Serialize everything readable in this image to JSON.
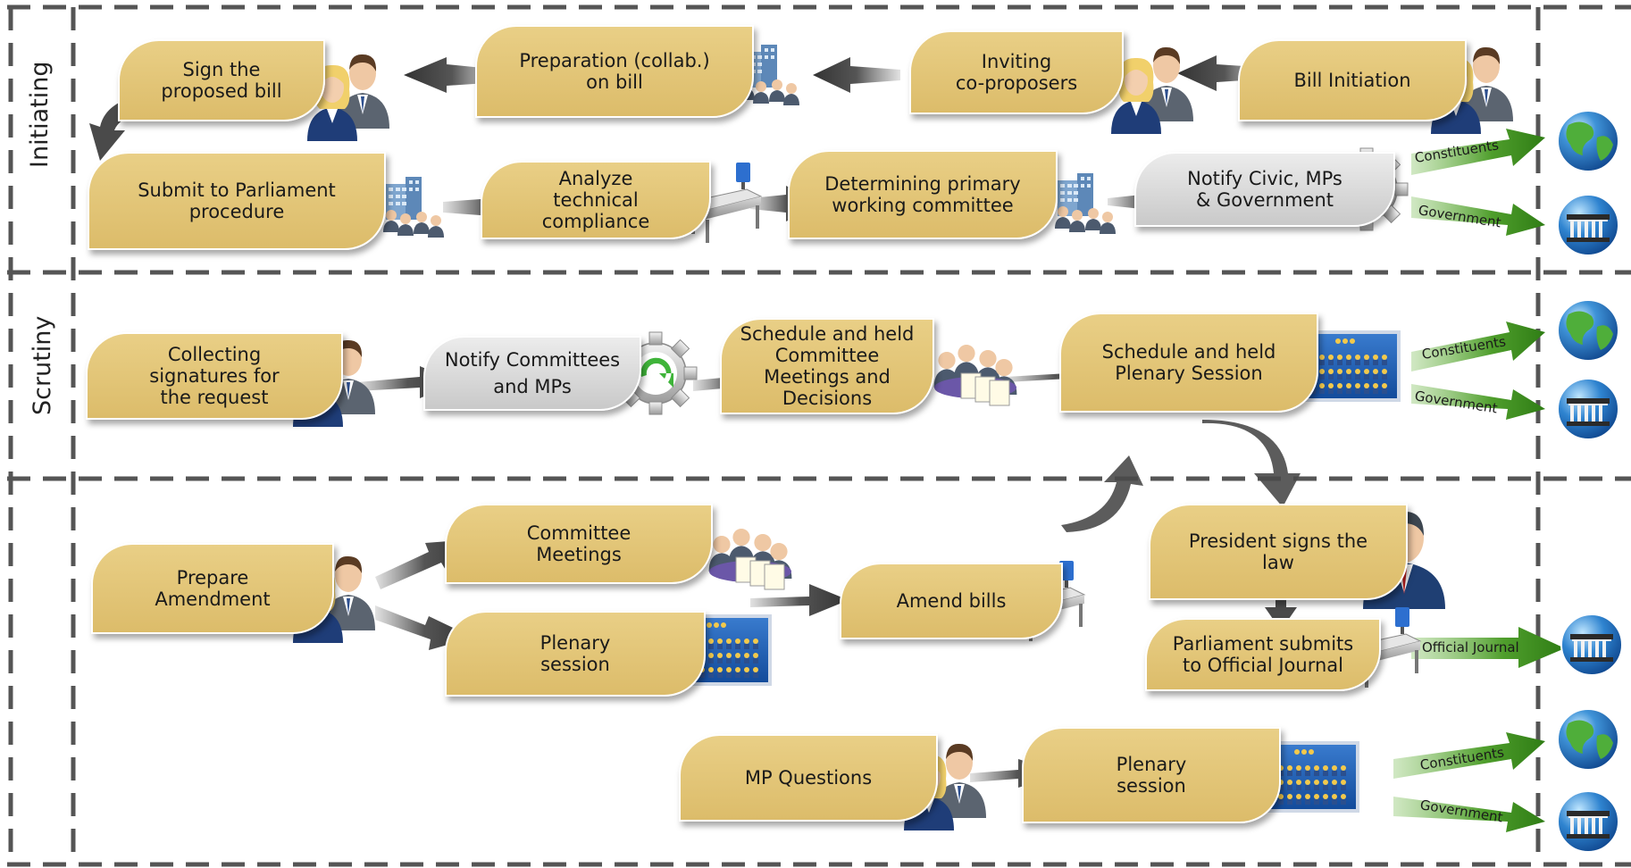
{
  "lanes": {
    "initiating": "Initiating",
    "scrutiny": "Scrutiny"
  },
  "boxes": {
    "sign_bill": "Sign the\nproposed bill",
    "preparation": "Preparation (collab.)\non bill",
    "inviting": "Inviting\nco-proposers",
    "bill_initiation": "Bill Initiation",
    "submit_parliament": "Submit to Parliament\nprocedure",
    "analyze": "Analyze\ntechnical\ncompliance",
    "determining": "Determining primary\nworking committee",
    "notify_civic": "Notify Civic, MPs\n& Government",
    "collecting": "Collecting\nsignatures for\nthe request",
    "notify_committees": "Notify Committees\nand MPs",
    "schedule_committee": "Schedule and held\nCommittee\nMeetings and\nDecisions",
    "schedule_plenary": "Schedule and held\nPlenary Session",
    "prepare_amendment": "Prepare\nAmendment",
    "committee_meetings": "Committee\nMeetings",
    "plenary_session_1": "Plenary\nsession",
    "amend_bills": "Amend bills",
    "president_signs": "President signs the\nlaw",
    "parliament_submits": "Parliament submits\nto Official Journal",
    "mp_questions": "MP Questions",
    "plenary_session_2": "Plenary\nsession"
  },
  "targets": {
    "constituents": "Constituents",
    "government": "Government",
    "official_journal": "Official Journal"
  },
  "colors": {
    "box_gold": "#e2c474",
    "box_gray": "#d6d6d6",
    "arrow_dark": "#4a4a4a",
    "arrow_green": "#3f8f1e",
    "dash": "#555555"
  },
  "icons": {
    "people": "people-icon",
    "building": "building-icon",
    "desk": "desk-computer-icon",
    "gear": "gear-refresh-icon",
    "meeting": "meeting-icon",
    "assembly": "assembly-screen-icon",
    "president": "president-icon",
    "globe": "globe-icon",
    "government": "government-building-icon"
  }
}
